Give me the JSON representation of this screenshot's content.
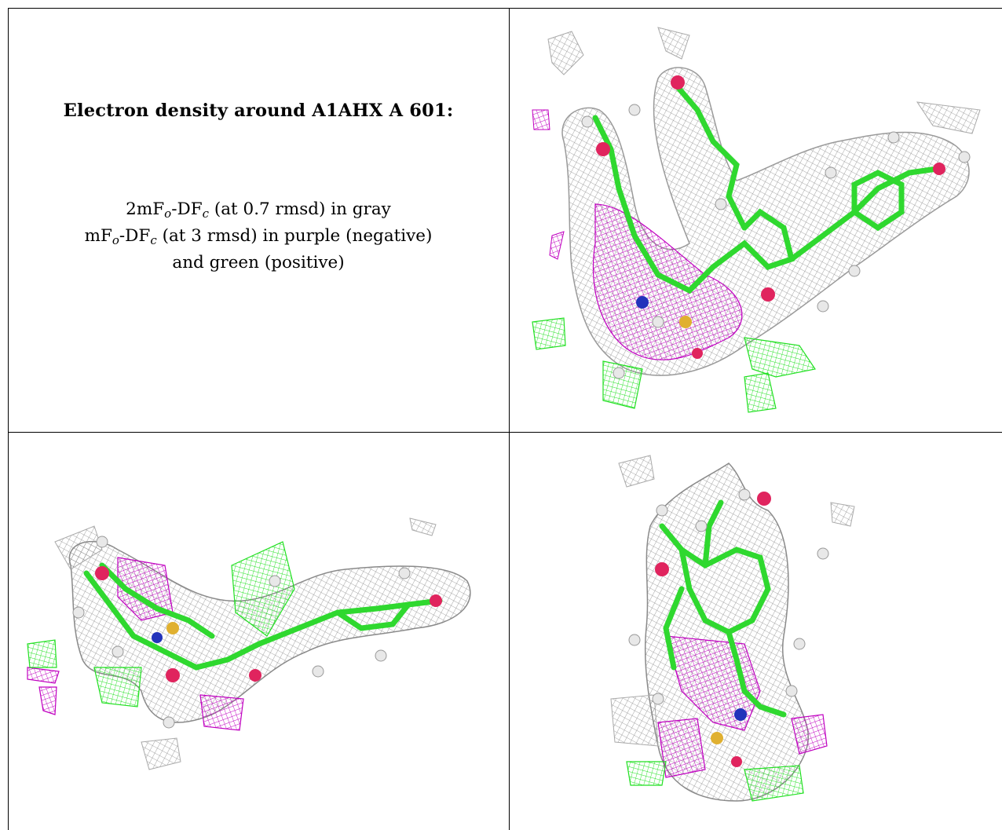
{
  "title": "Electron density around A1AHX A 601:",
  "legend": {
    "line1": {
      "prefix": "2mF",
      "sub1": "o",
      "mid": "-DF",
      "sub2": "c",
      "suffix": " (at 0.7 rmsd) in gray"
    },
    "line2": {
      "prefix": "mF",
      "sub1": "o",
      "mid": "-DF",
      "sub2": "c",
      "suffix": " (at 3 rmsd) in purple (negative)"
    },
    "line3": "and green (positive)"
  },
  "colors": {
    "mesh_2fofc": "#8c8c8c",
    "mesh_negative": "#c000c0",
    "mesh_positive": "#22e022",
    "carbon": "#33ee33",
    "oxygen": "#e0245e",
    "nitrogen": "#2233bb",
    "sulfur": "#e0b030",
    "hydrogen": "#e8e8e8"
  },
  "views": [
    "view-top-right",
    "view-bottom-left",
    "view-bottom-right"
  ]
}
